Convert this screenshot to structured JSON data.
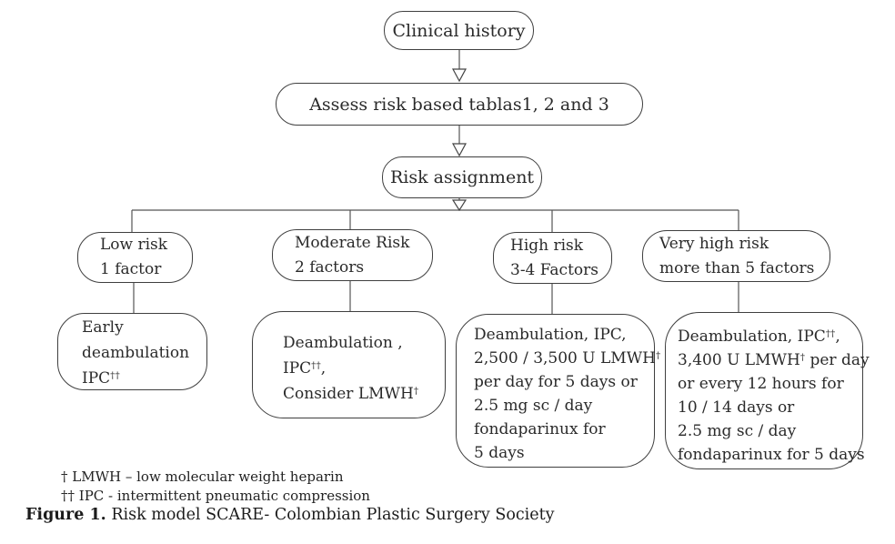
{
  "colors": {
    "background": "#ffffff",
    "box_border": "#3f3f3f",
    "text": "#2a2a2a",
    "connector": "#555555"
  },
  "flowchart": {
    "nodes": {
      "clinical_history": "Clinical history",
      "assess_risk": "Assess risk based tablas1, 2 and 3",
      "risk_assignment": "Risk assignment"
    },
    "branches": [
      {
        "risk_lines": [
          "Low risk",
          "1 factor"
        ],
        "action_lines": [
          "Early",
          "deambulation",
          [
            {
              "text": "IPC"
            },
            {
              "text": "††",
              "sup": true
            }
          ]
        ]
      },
      {
        "risk_lines": [
          "Moderate Risk",
          "2 factors"
        ],
        "action_lines": [
          "Deambulation ,",
          [
            {
              "text": "IPC"
            },
            {
              "text": "††",
              "sup": true
            },
            {
              "text": ","
            }
          ],
          [
            {
              "text": "Consider LMWH"
            },
            {
              "text": "†",
              "sup": true
            }
          ]
        ]
      },
      {
        "risk_lines": [
          "High risk",
          "3-4 Factors"
        ],
        "action_lines": [
          "Deambulation, IPC,",
          [
            {
              "text": "2,500 / 3,500 U LMWH"
            },
            {
              "text": "†",
              "sup": true
            }
          ],
          "per day for 5 days or",
          "2.5 mg sc / day",
          "fondaparinux for",
          "5 days"
        ]
      },
      {
        "risk_lines": [
          "Very high risk",
          "more than 5 factors"
        ],
        "action_lines": [
          [
            {
              "text": "Deambulation, IPC"
            },
            {
              "text": "††",
              "sup": true
            },
            {
              "text": ","
            }
          ],
          [
            {
              "text": "3,400 U LMWH"
            },
            {
              "text": "†",
              "sup": true
            },
            {
              "text": " per day"
            }
          ],
          "or every 12 hours for",
          "10 / 14 days or",
          "2.5 mg sc / day",
          "fondaparinux for 5 days"
        ]
      }
    ]
  },
  "footnotes": [
    "† LMWH – low molecular weight heparin",
    "†† IPC - intermittent pneumatic compression"
  ],
  "caption": {
    "label": "Figure 1.",
    "text": " Risk model SCARE- Colombian Plastic Surgery Society"
  }
}
